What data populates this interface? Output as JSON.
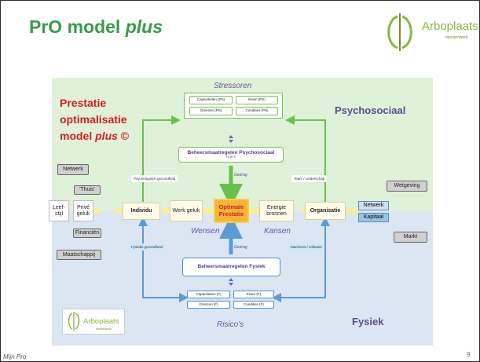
{
  "slide": {
    "title_main": "PrO model",
    "title_italic": "plus",
    "footer": "Mijn Pro",
    "page_number": "9"
  },
  "logo": {
    "name": "Arboplaats",
    "tagline": "mensenwerk"
  },
  "diagram": {
    "red_title_line1": "Prestatie",
    "red_title_line2": "optimalisatie",
    "red_title_line3_prefix": "model",
    "red_title_line3_italic": "plus",
    "red_title_line3_suffix": "©",
    "psychosociaal": "Psychosociaal",
    "fysiek": "Fysiek",
    "stressoren": "Stressoren",
    "wensen": "Wensen",
    "kansen": "Kansen",
    "risicos": "Risico's",
    "stress_boxes": [
      "Capaciteiten (PS)",
      "Eisen (PS)",
      "Grenzen (PS)",
      "Condities (PS)"
    ],
    "risk_boxes": [
      "Capaciteiten (F)",
      "Eisen (F)",
      "Grenzen (F)",
      "Condities (F)"
    ],
    "bh_psy_title": "Beheersmaatregelen Psychosociaal",
    "bh_psy_sub": "'HOE'S'",
    "bh_fys_title": "Beheersmaatregelen Fysiek",
    "gedrag": "Gedrag",
    "psych_gezondheid": "Psychologisch gezondheid",
    "team_leiderschap": "Team / Leiderschap",
    "fysieke_gezondheid": "Fysieke gezondheid",
    "machines_software": "Machines / software",
    "left_boxes": {
      "netwerk": "Netwerk",
      "thuis": "'Thuis'",
      "financien": "Financiën",
      "maatschappij": "Maatschappij"
    },
    "leefstijl": "Leef-stijl",
    "prive_geluk": "Privé geluk",
    "individu": "Individu",
    "werk_geluk": "Werk geluk",
    "optimale_prestatie": "Optimale Prestatie",
    "energie_bronnen": "Energie bronnen",
    "organisatie": "Organisatie",
    "netwerk_right": "Netwerk",
    "kapitaal": "Kapitaal",
    "wetgeving": "Wetgeving",
    "markt": "Markt"
  },
  "colors": {
    "title_green": "#3a9a4a",
    "psychosocial_bg": "#dff1d8",
    "physical_bg": "#dbe6f2",
    "green_arrow": "#6abf4b",
    "blue_arrow": "#5a9bd5",
    "optimal_fill": "#f9b233",
    "red_title": "#d42020"
  }
}
